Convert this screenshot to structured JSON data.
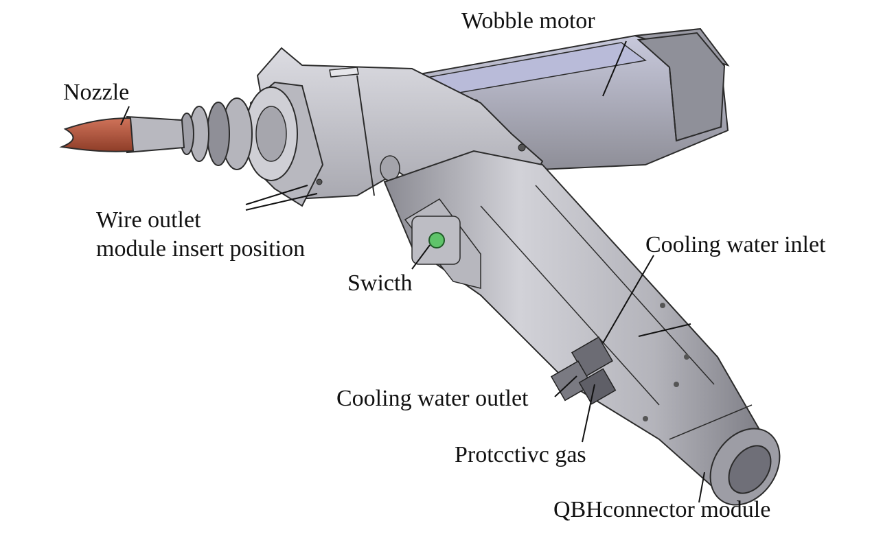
{
  "labels": {
    "wobble_motor": "Wobble motor",
    "nozzle": "Nozzle",
    "wire_outlet_line1": "Wire outlet",
    "wire_outlet_line2": "module insert position",
    "switch": "Swicth",
    "cooling_water_inlet": "Cooling water inlet",
    "cooling_water_outlet": "Cooling water outlet",
    "protective_gas": "Protcctivc gas",
    "qbh_prefix": "QBH",
    "qbh_suffix": "connector module"
  },
  "colors": {
    "body_light": "#c9c9cf",
    "body_mid": "#a9a9b0",
    "body_dark": "#808088",
    "motor_accent": "#b9bbd9",
    "nozzle": "#b9583d",
    "switch_button": "#5fc46a",
    "outline": "#2b2b2b"
  }
}
